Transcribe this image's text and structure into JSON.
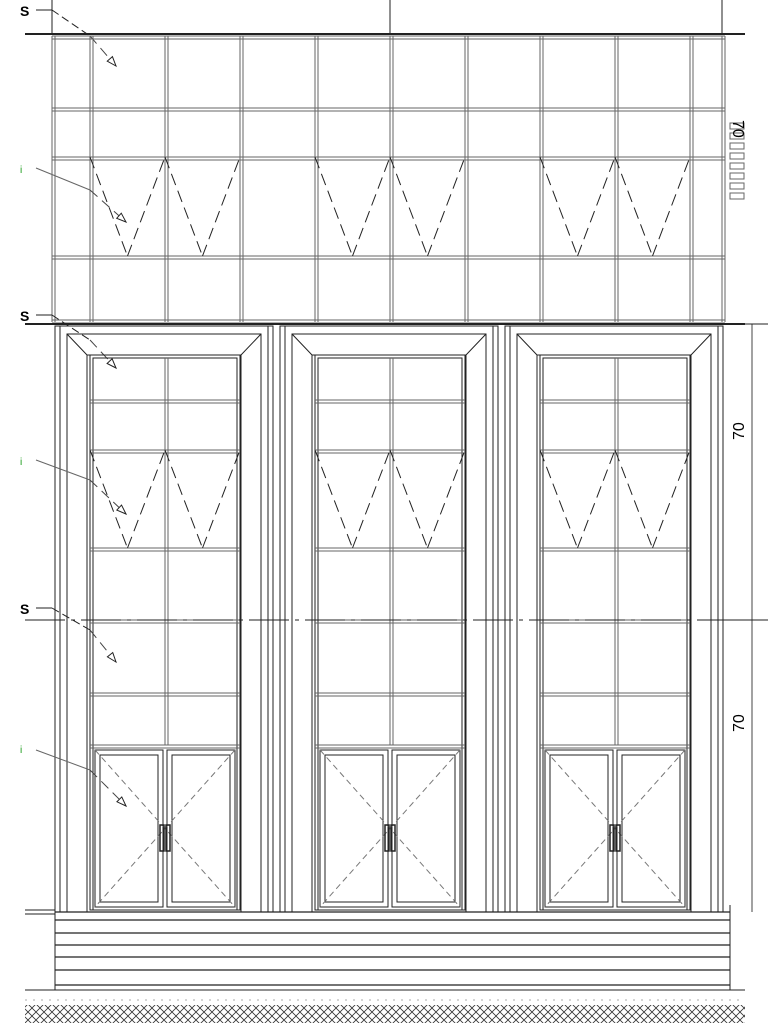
{
  "drawing": {
    "section_markers": [
      "S",
      "S",
      "S"
    ],
    "dimensions": [
      "70",
      "70",
      "70"
    ],
    "leader_tags": [
      "i",
      "i",
      "i"
    ],
    "colors": {
      "line": "#000000",
      "grid": "#555555",
      "tag": "#1a9a1a",
      "hatch": "#333333"
    }
  }
}
